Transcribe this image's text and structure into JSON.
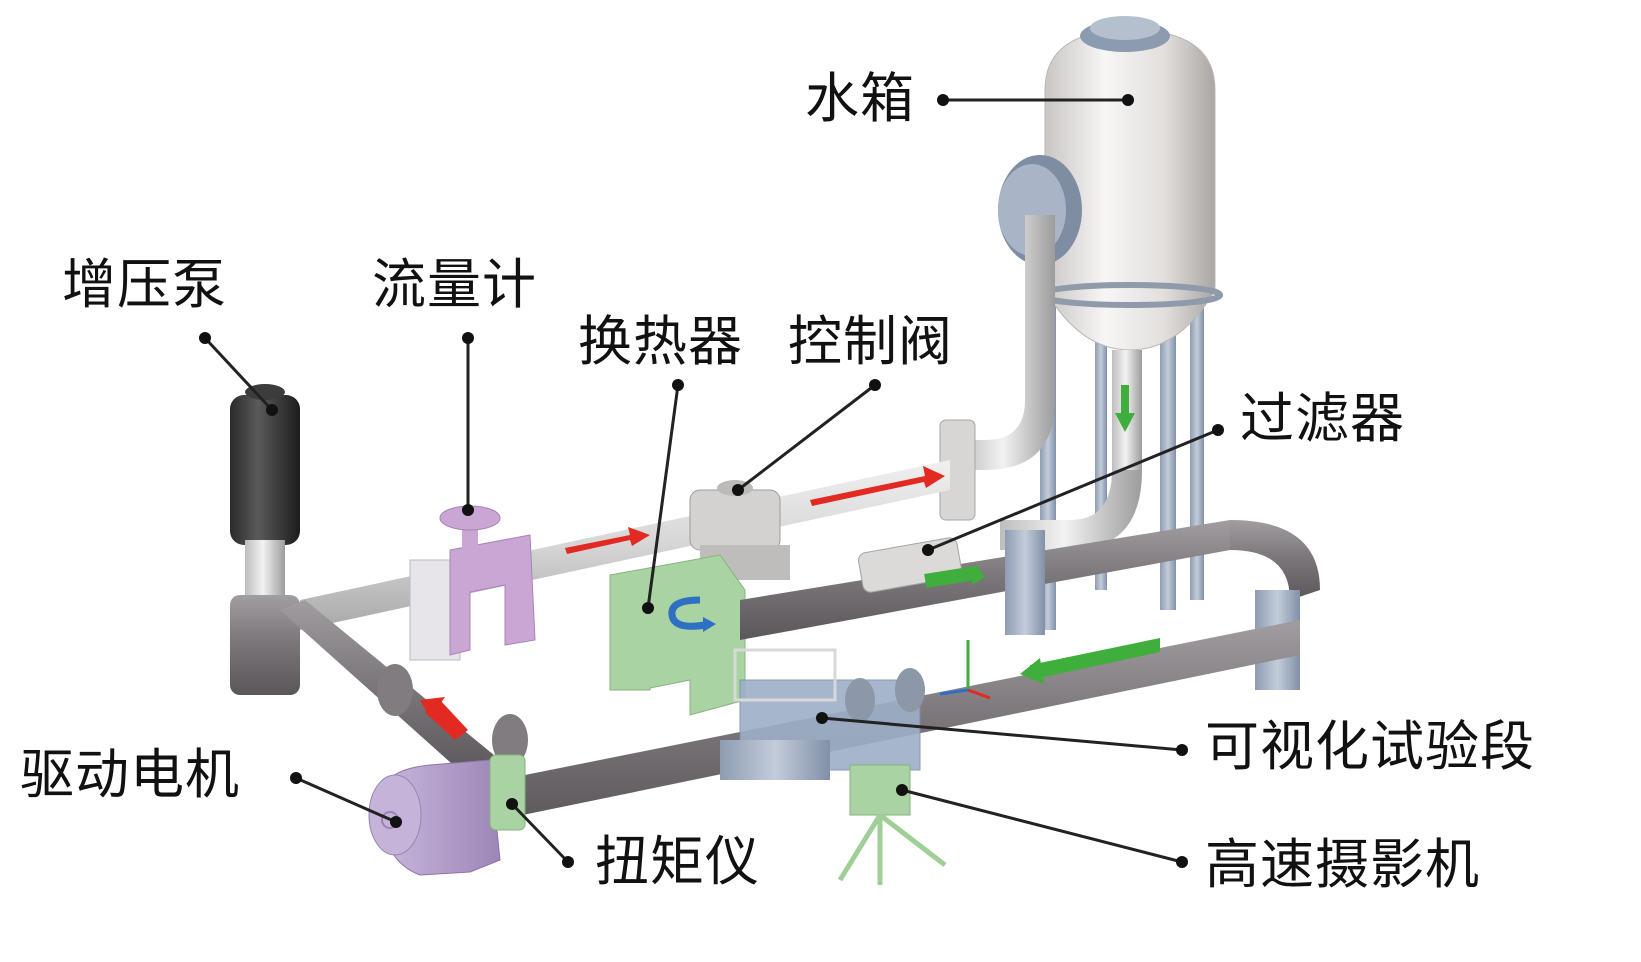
{
  "figure": {
    "title": "Experimental test loop schematic",
    "components": [
      {
        "id": "water-tank",
        "label": "水箱"
      },
      {
        "id": "booster-pump",
        "label": "增压泵"
      },
      {
        "id": "flow-meter",
        "label": "流量计"
      },
      {
        "id": "heat-exchanger",
        "label": "换热器"
      },
      {
        "id": "control-valve",
        "label": "控制阀"
      },
      {
        "id": "filter",
        "label": "过滤器"
      },
      {
        "id": "visual-test-section",
        "label": "可视化试验段"
      },
      {
        "id": "drive-motor",
        "label": "驱动电机"
      },
      {
        "id": "torque-meter",
        "label": "扭矩仪"
      },
      {
        "id": "high-speed-camera",
        "label": "高速摄影机"
      }
    ],
    "colors": {
      "pipe_dark": "#7a7679",
      "pipe_light": "#d9d9d9",
      "tank": "#e8e6e4",
      "flow_arrow_red": "#e32a22",
      "flow_arrow_green": "#3fae3c",
      "heat_exchanger": "#a9d3a2",
      "support_blue": "#a4b2c8",
      "motor": "#b7a3cf",
      "flow_meter": "#c9a6d4"
    }
  }
}
